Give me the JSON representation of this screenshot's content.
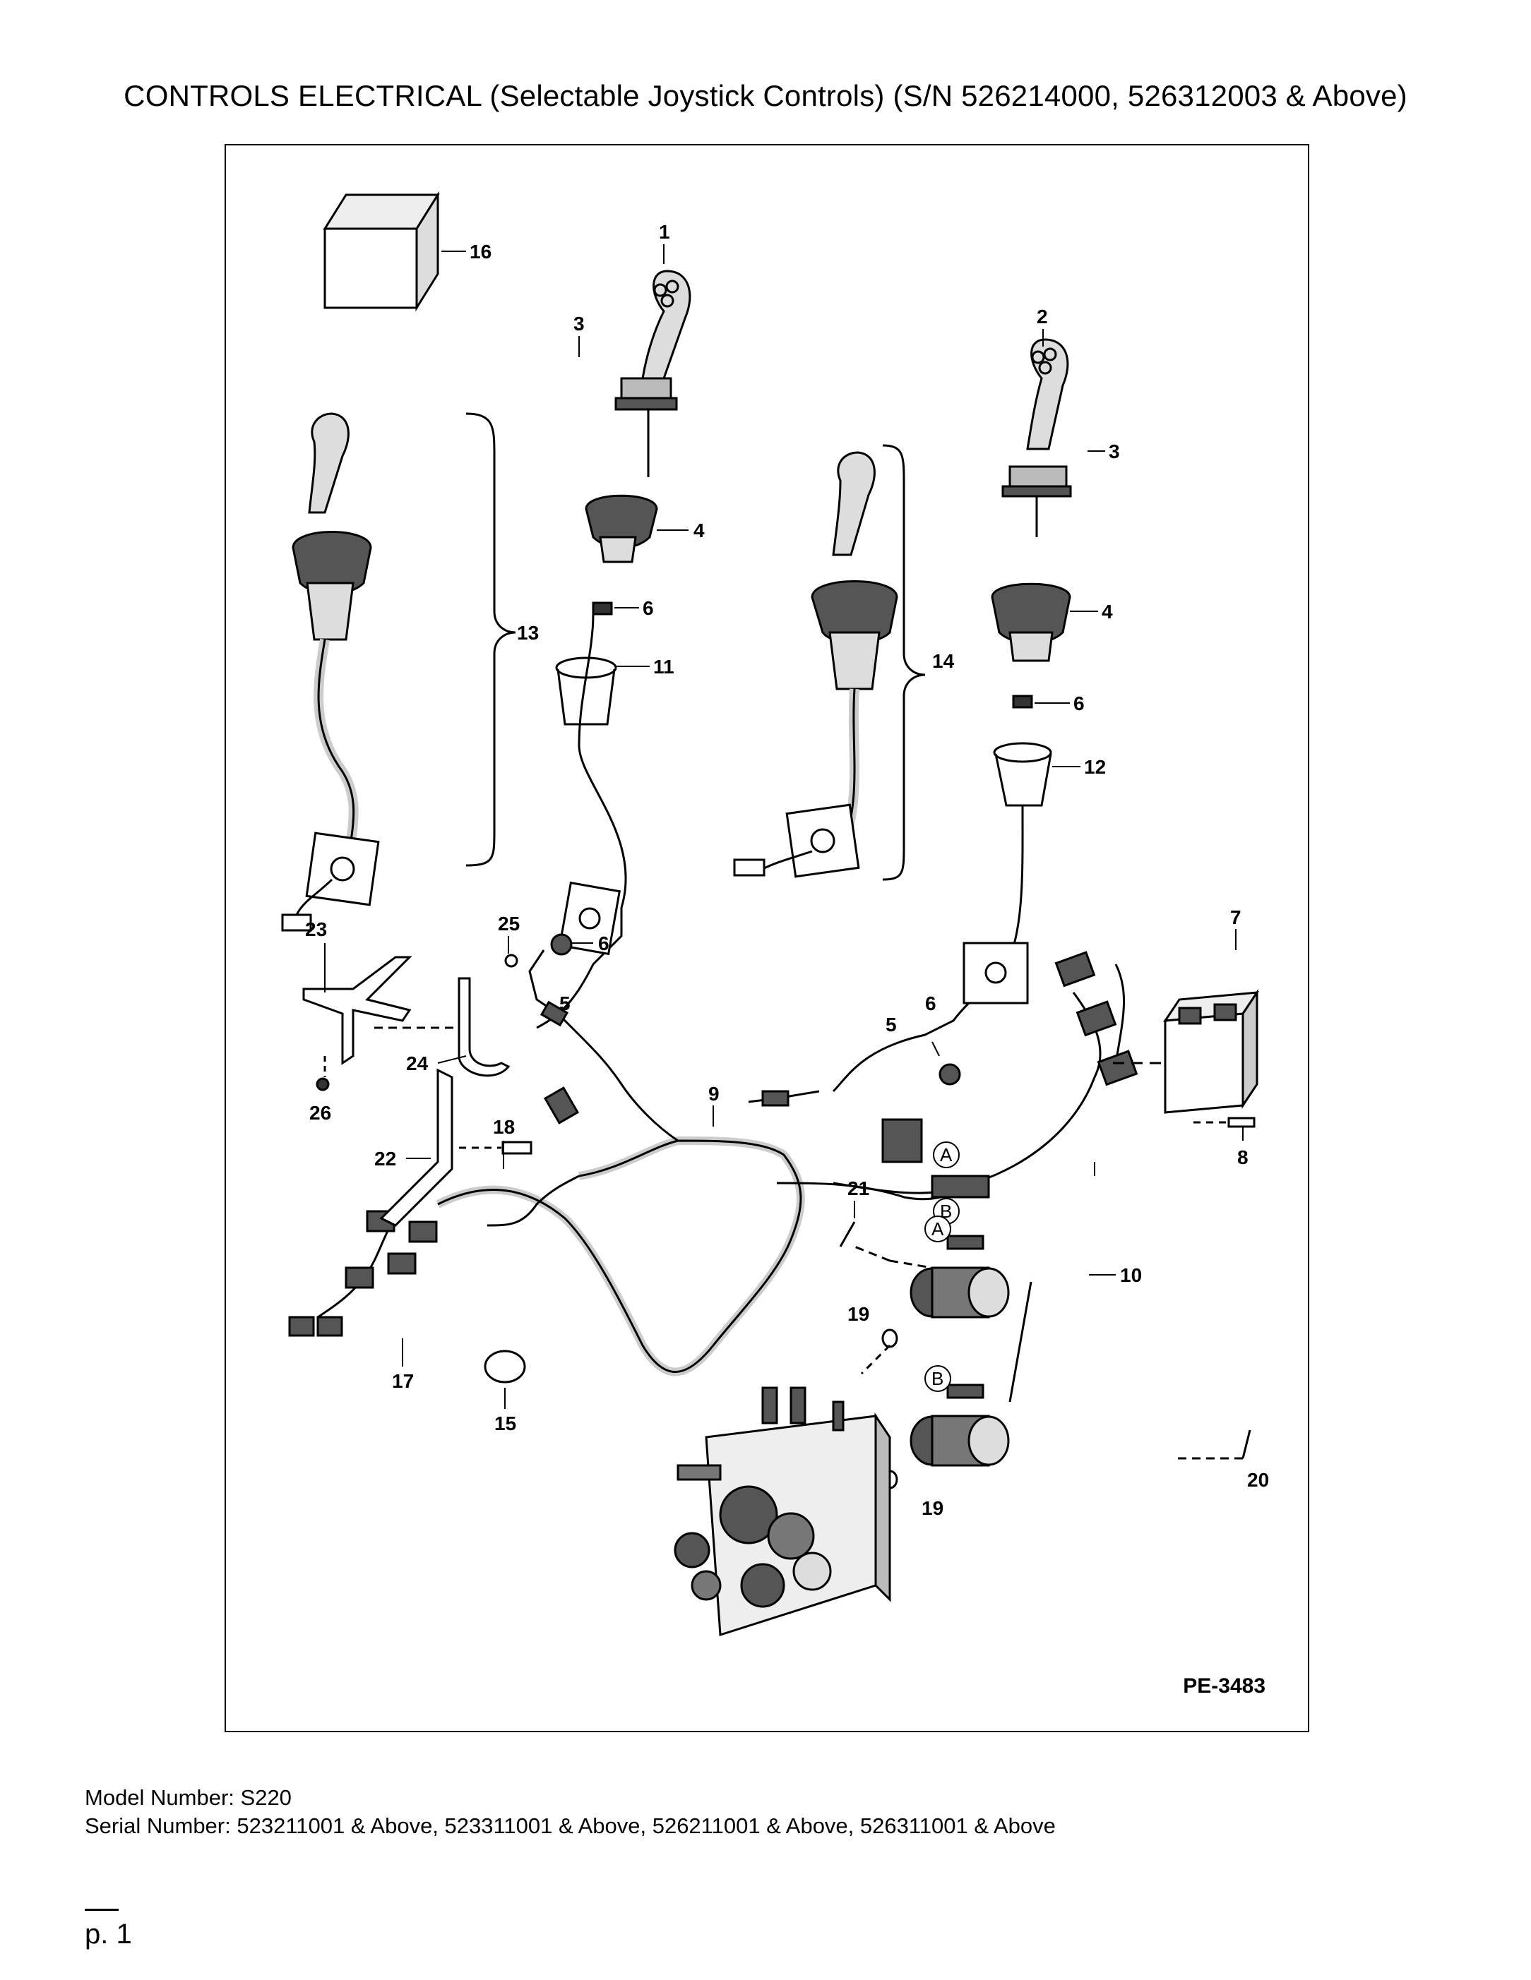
{
  "header": {
    "title": "CONTROLS ELECTRICAL (Selectable Joystick Controls) (S/N 526214000, 526312003 & Above)"
  },
  "diagram": {
    "figure_id": "PE-3483",
    "connector_labels": {
      "A": "A",
      "B": "B"
    },
    "callouts": {
      "c1": "1",
      "c2": "2",
      "c3a": "3",
      "c3b": "3",
      "c4a": "4",
      "c4b": "4",
      "c5a": "5",
      "c5b": "5",
      "c6a": "6",
      "c6b": "6",
      "c6c": "6",
      "c6d": "6",
      "c7": "7",
      "c8": "8",
      "c9": "9",
      "c10": "10",
      "c11": "11",
      "c12": "12",
      "c13": "13",
      "c14": "14",
      "c15": "15",
      "c16": "16",
      "c17": "17",
      "c18": "18",
      "c19a": "19",
      "c19b": "19",
      "c20": "20",
      "c21": "21",
      "c22": "22",
      "c23": "23",
      "c24": "24",
      "c25": "25",
      "c26": "26"
    }
  },
  "footer": {
    "model": "Model Number: S220",
    "serial": "Serial Number: 523211001 & Above, 523311001 & Above, 526211001 & Above, 526311001 & Above",
    "page": "p. 1"
  }
}
